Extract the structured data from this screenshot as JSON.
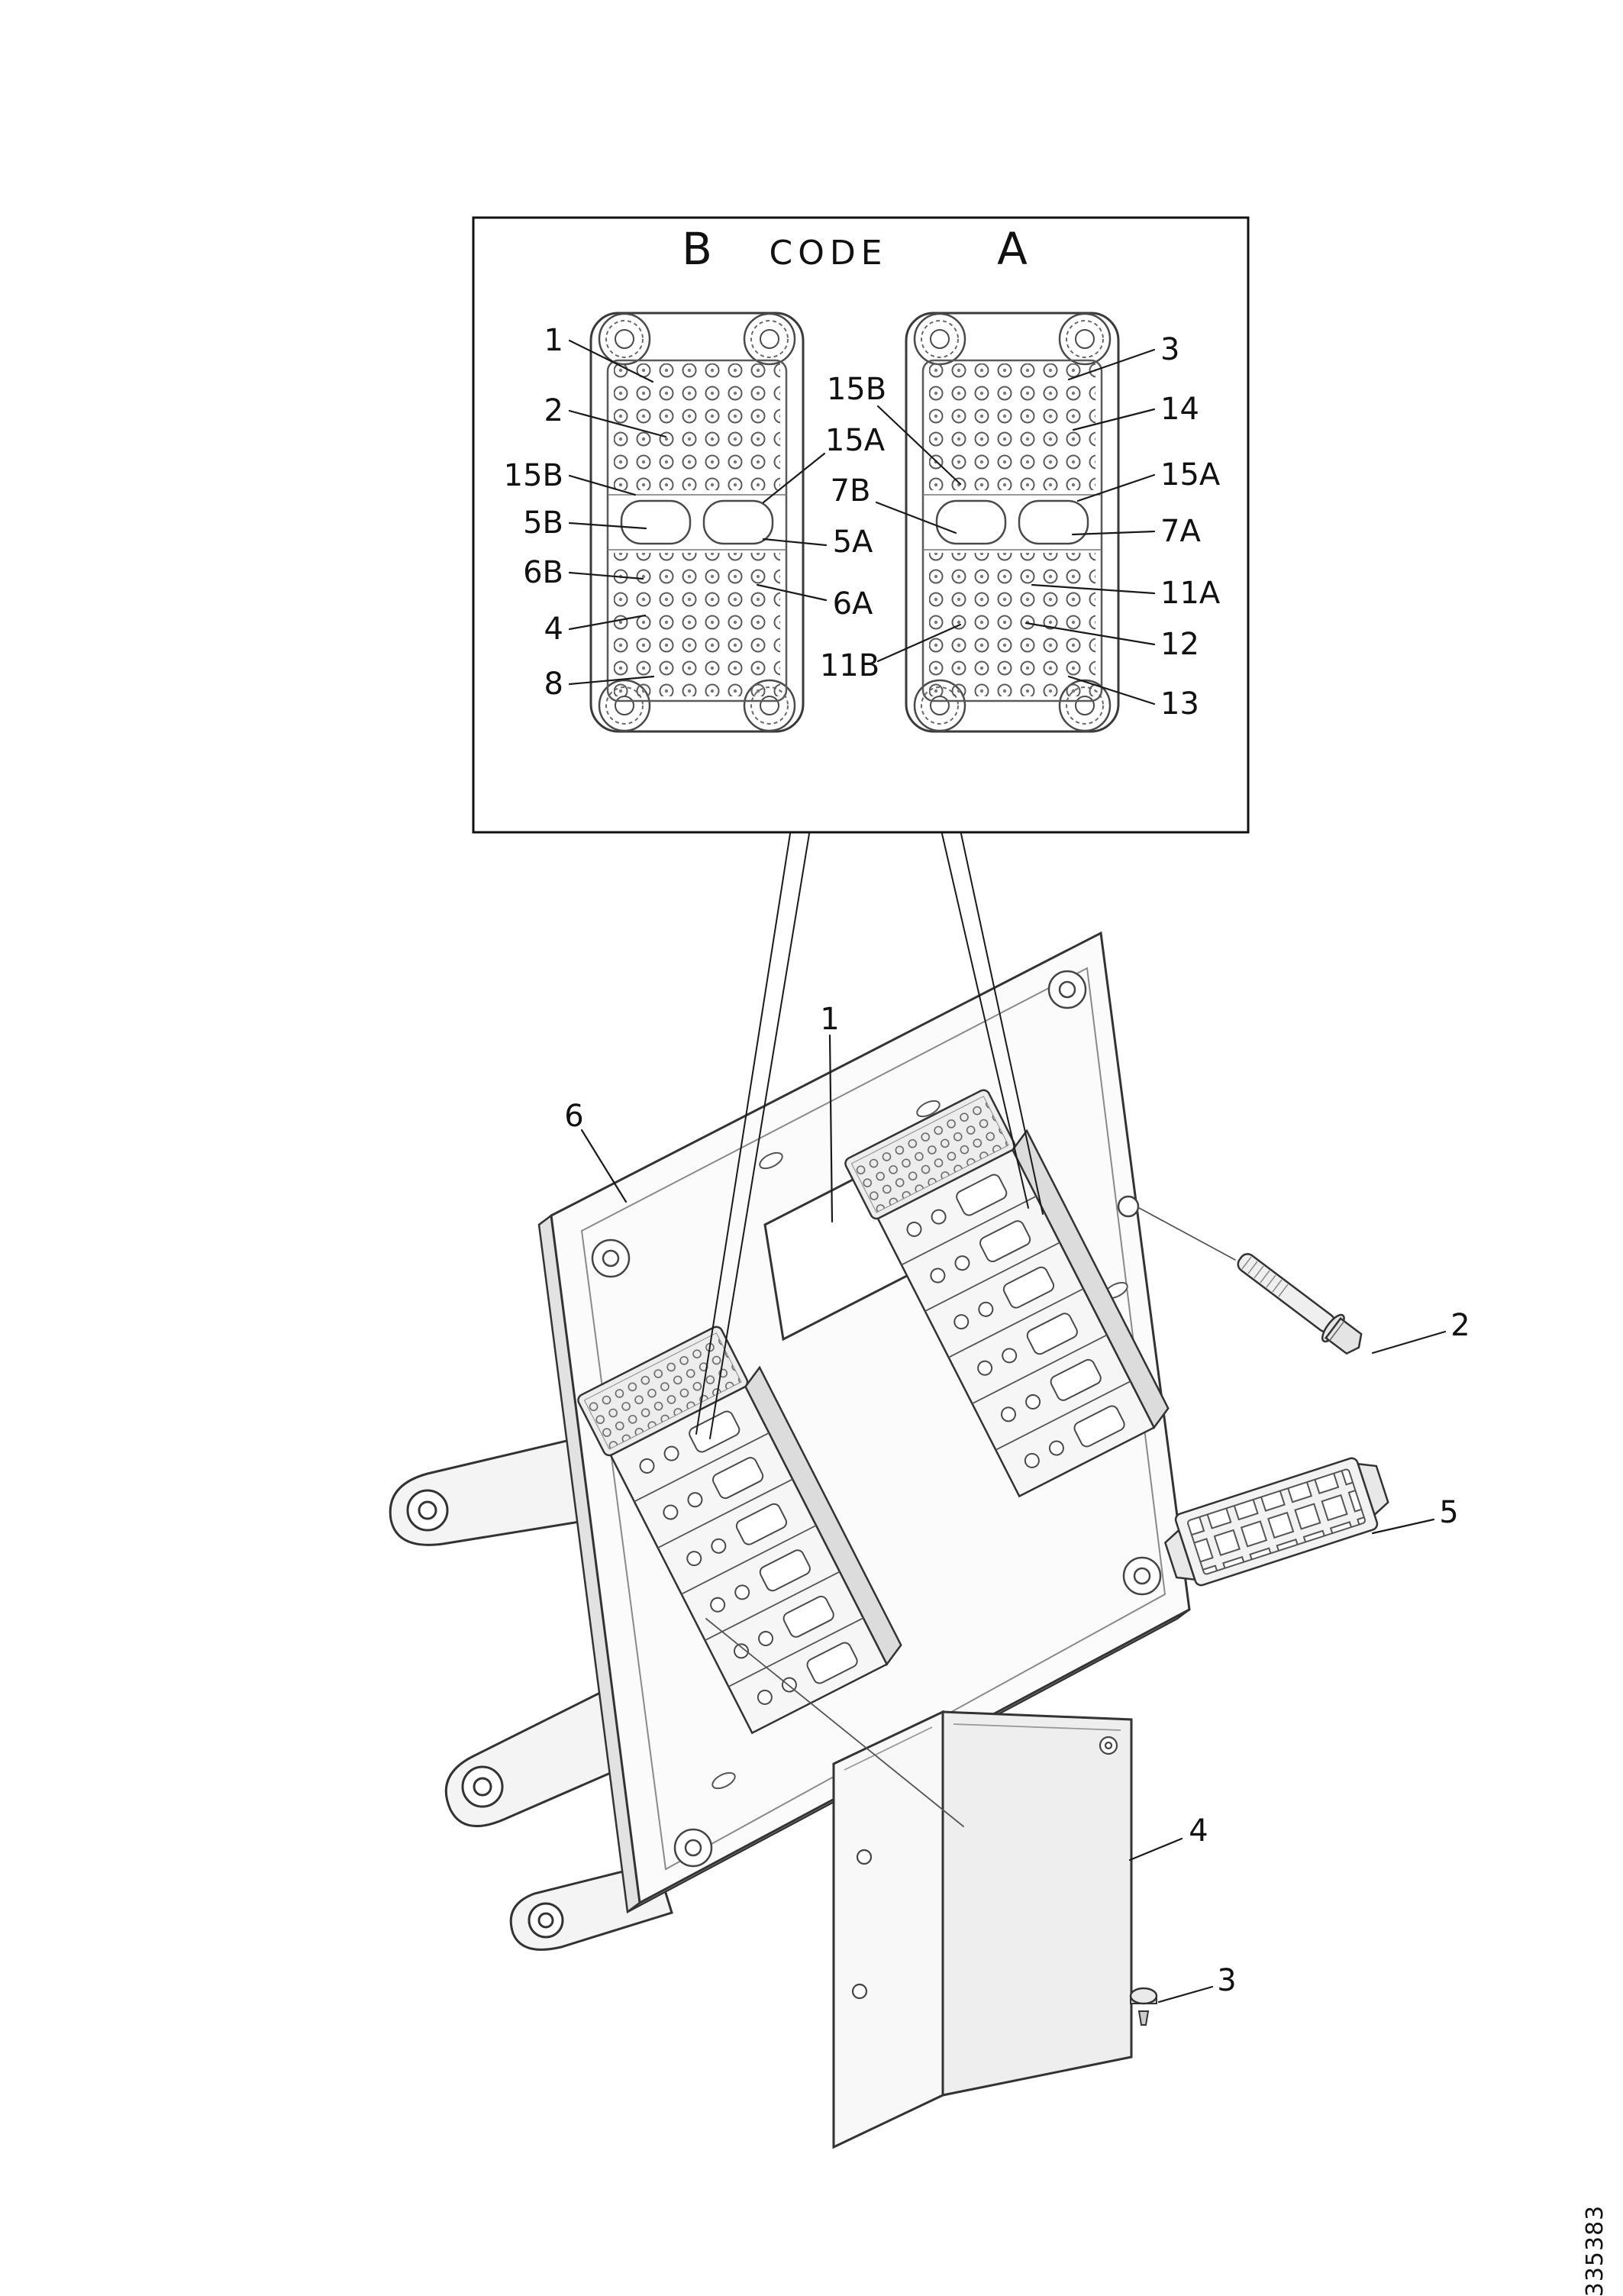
{
  "figure": {
    "code_panel": {
      "connector_b": "B",
      "code": "CODE",
      "connector_a": "A",
      "left_callouts": [
        "1",
        "2",
        "15B",
        "5B",
        "6B",
        "4",
        "8"
      ],
      "middle_callouts": [
        "15B",
        "15A",
        "7B",
        "5A",
        "6A",
        "11B"
      ],
      "right_callouts": [
        "3",
        "14",
        "15A",
        "7A",
        "11A",
        "12",
        "13"
      ]
    },
    "exploded": {
      "label_plate": "1",
      "bolt": "2",
      "screw": "3",
      "cover": "4",
      "housing": "5",
      "ecu_plate": "6"
    },
    "figure_number": "335383"
  }
}
